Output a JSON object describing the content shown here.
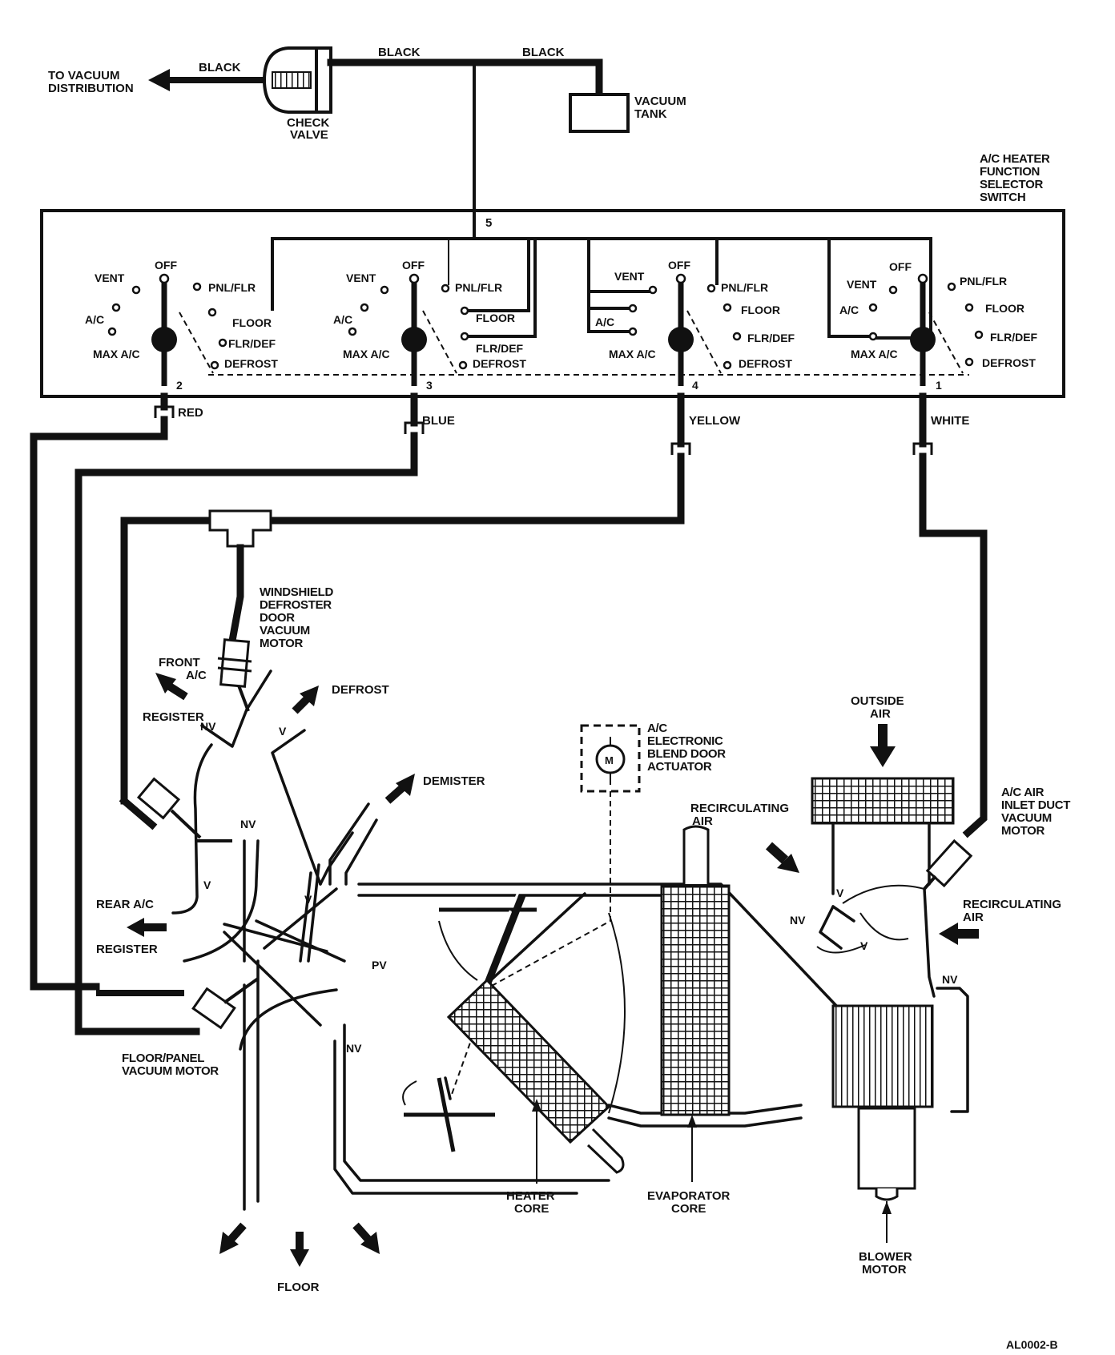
{
  "labels": {
    "to_vacuum": [
      "TO VACUUM",
      "DISTRIBUTION"
    ],
    "black": "BLACK",
    "check_valve": [
      "CHECK",
      "VALVE"
    ],
    "vacuum_tank": [
      "VACUUM",
      "TANK"
    ],
    "selector_switch": [
      "A/C HEATER",
      "FUNCTION",
      "SELECTOR",
      "SWITCH"
    ],
    "port_nums": [
      "5",
      "2",
      "3",
      "4",
      "1"
    ],
    "sw_off": "OFF",
    "sw_vent": "VENT",
    "sw_ac": "A/C",
    "sw_maxac": "MAX A/C",
    "sw_pnlflr": "PNL/FLR",
    "sw_floor": "FLOOR",
    "sw_flrdef": "FLR/DEF",
    "sw_defrost": "DEFROST",
    "hose_colors": [
      "RED",
      "BLUE",
      "YELLOW",
      "WHITE"
    ],
    "windshield_motor": [
      "WINDSHIELD",
      "DEFROSTER",
      "DOOR",
      "VACUUM",
      "MOTOR"
    ],
    "front_ac": [
      "FRONT",
      "A/C"
    ],
    "register": "REGISTER",
    "defrost": "DEFROST",
    "demister": "DEMISTER",
    "nv": "NV",
    "v": "V",
    "pv": "PV",
    "rear_ac": "REAR A/C",
    "floor_panel_motor": [
      "FLOOR/PANEL",
      "VACUUM MOTOR"
    ],
    "floor": "FLOOR",
    "blend_actuator": [
      "A/C",
      "ELECTRONIC",
      "BLEND DOOR",
      "ACTUATOR"
    ],
    "motor_m": "M",
    "heater_core": [
      "HEATER",
      "CORE"
    ],
    "evaporator_core": [
      "EVAPORATOR",
      "CORE"
    ],
    "recirc_air_top": [
      "RECIRCULATING",
      "AIR"
    ],
    "outside_air": [
      "OUTSIDE",
      "AIR"
    ],
    "inlet_motor": [
      "A/C AIR",
      "INLET DUCT",
      "VACUUM",
      "MOTOR"
    ],
    "recirc_air_right": [
      "RECIRCULATING",
      "AIR"
    ],
    "blower_motor": [
      "BLOWER",
      "MOTOR"
    ],
    "figure_code": "AL0002-B"
  }
}
